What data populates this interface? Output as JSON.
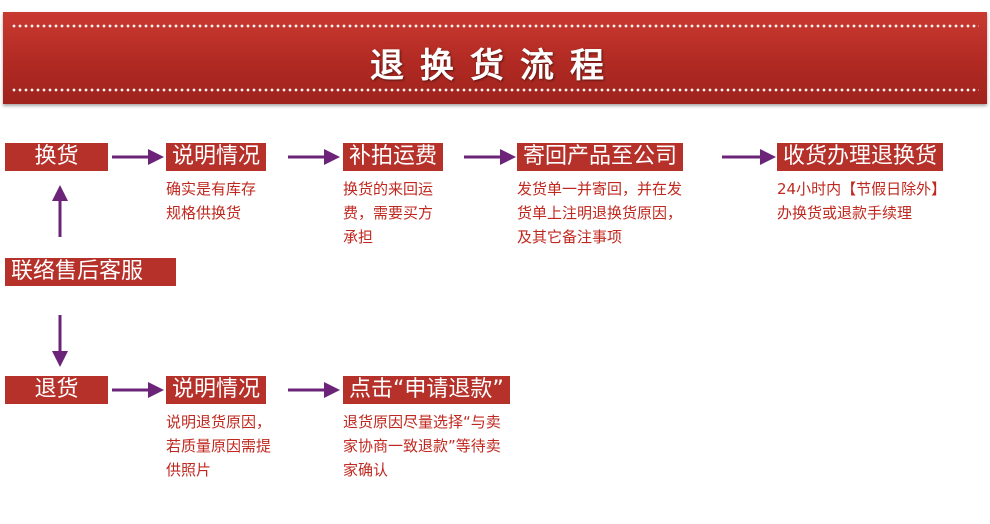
{
  "banner": {
    "title": "退换货流程"
  },
  "contact": {
    "label": "联络售后客服"
  },
  "exchange": {
    "label": "换货",
    "steps": [
      {
        "title": "说明情况",
        "desc": [
          "确实是有库存",
          "规格供换货"
        ]
      },
      {
        "title": "补拍运费",
        "desc": [
          "换货的来回运",
          "费，需要买方",
          "承担"
        ]
      },
      {
        "title": "寄回产品至公司",
        "desc": [
          "发货单一并寄回，并在发",
          "货单上注明退换货原因，",
          "及其它备注事项"
        ]
      },
      {
        "title": "收货办理退换货",
        "desc": [
          "24小时内【节假日除外】",
          "办换货或退款手续理"
        ]
      }
    ]
  },
  "refund": {
    "label": "退货",
    "steps": [
      {
        "title": "说明情况",
        "desc": [
          "说明退货原因，",
          "若质量原因需提",
          "供照片"
        ]
      },
      {
        "title": "点击“申请退款”",
        "desc": [
          "退货原因尽量选择“与卖",
          "家协商一致退款”等待卖",
          "家确认"
        ]
      }
    ]
  },
  "colors": {
    "banner": "#b5312a",
    "box": "#b5312a",
    "arrow": "#6b2478",
    "desc_text": "#c0281f"
  }
}
